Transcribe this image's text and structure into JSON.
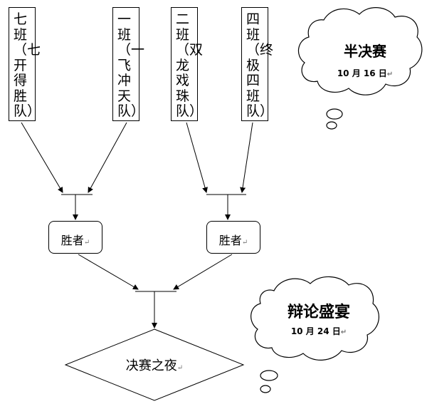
{
  "teams": [
    {
      "text": "七班（七开得胜队）"
    },
    {
      "text": "一班（一飞冲天队）"
    },
    {
      "text": "二班（双龙戏珠队）"
    },
    {
      "text": "四班（终极四班队）"
    }
  ],
  "winner_left": {
    "text": "胜者"
  },
  "winner_right": {
    "text": "胜者"
  },
  "final": {
    "text": "决赛之夜"
  },
  "semifinal_cloud": {
    "title": "半决赛",
    "date": "10 月 16 日"
  },
  "debate_cloud": {
    "title": "辩论盛宴",
    "date": "10 月 24 日"
  },
  "paragraph_mark": "↵",
  "colors": {
    "line": "#000000",
    "fill": "#ffffff"
  }
}
